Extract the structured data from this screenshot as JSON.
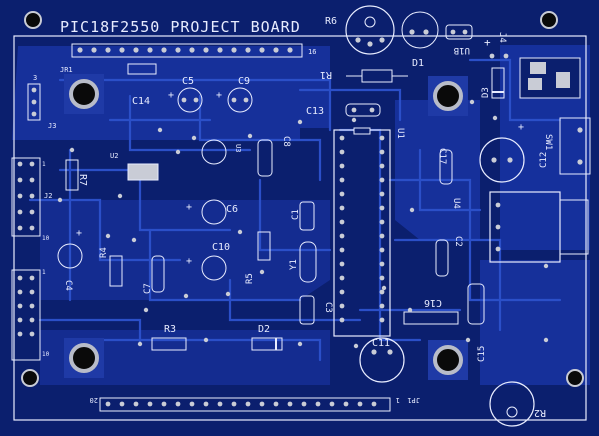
{
  "board": {
    "title": "PIC18F2550  PROJECT  BOARD",
    "colors": {
      "substrate": "#0b1f6e",
      "copper": "#1f3aa6",
      "trace": "#2b4fc8",
      "silk": "#e8ecff",
      "pad": "#c9ccd6",
      "hole": "#0a0a0a"
    }
  },
  "labels": {
    "jr1": "JR1",
    "jr1_16": "16",
    "j3": "J3",
    "j3_3": "3",
    "j2": "J2",
    "j2_1": "1",
    "j2_10": "10",
    "j1_1": "1",
    "j1_10": "10",
    "r6": "R6",
    "r1": "R1",
    "d1": "D1",
    "u1b": "U1B",
    "j4": "J4",
    "c14": "C14",
    "c5": "C5",
    "c9": "C9",
    "c13": "C13",
    "u1": "U1",
    "d3": "D3",
    "sw1": "SW1",
    "c12": "C12",
    "c17": "C17",
    "u4": "U4",
    "c2": "C2",
    "c16": "C16",
    "c15": "C15",
    "r2": "R2",
    "r7": "R7",
    "u2": "U2",
    "u3": "U3",
    "c8": "C8",
    "c6": "C6",
    "c1": "C1",
    "y1": "Y1",
    "c10": "C10",
    "r5": "R5",
    "r4": "R4",
    "c4": "C4",
    "c7": "C7",
    "r3": "R3",
    "d2": "D2",
    "c3": "C3",
    "c11": "C11",
    "jp1": "JP1",
    "jp1_1": "1",
    "jp1_20": "20",
    "plus": "+"
  }
}
